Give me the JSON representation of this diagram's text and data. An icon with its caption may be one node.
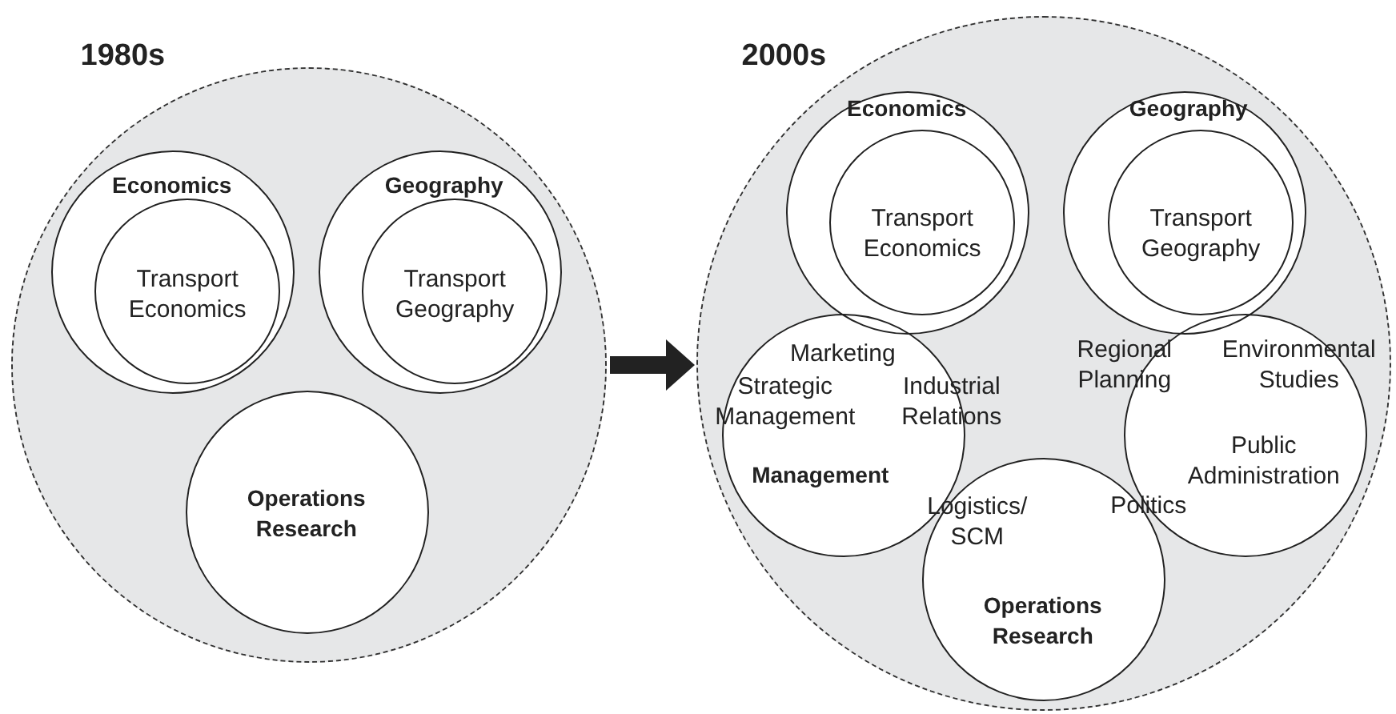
{
  "diagram": {
    "nodes": [
      {
        "text": [
          "1980s"
        ]
      },
      {
        "text": [
          "Economics"
        ],
        "in": 0
      },
      {
        "text": [
          "Transport Economics"
        ],
        "in": 1
      },
      {
        "text": [
          "Geography"
        ],
        "in": 0
      },
      {
        "text": [
          "Transport Geography"
        ],
        "in": 3
      },
      {
        "text": [
          "Operations Research"
        ],
        "in": 0
      },
      {
        "text": [
          "2000s"
        ]
      },
      {
        "text": [
          "Economics"
        ],
        "in": 6
      },
      {
        "text": [
          "Transport Economics"
        ],
        "in": 7
      },
      {
        "text": [
          "Geography"
        ],
        "in": 6
      },
      {
        "text": [
          "Transport Geography"
        ],
        "in": 9
      },
      {
        "text": [
          "Marketing",
          "Strategic Management",
          "Industrial Relations",
          "Management"
        ],
        "in": 6
      },
      {
        "text": [
          "Regional Planning",
          "Environmental Studies",
          "Public Administration",
          "Politics"
        ],
        "in": 6
      },
      {
        "text": [
          "Logistics/ SCM",
          "Operations Research"
        ],
        "in": 6
      }
    ],
    "edges": [
      {
        "from": 0,
        "to": 6,
        "arrow": "to"
      }
    ]
  }
}
